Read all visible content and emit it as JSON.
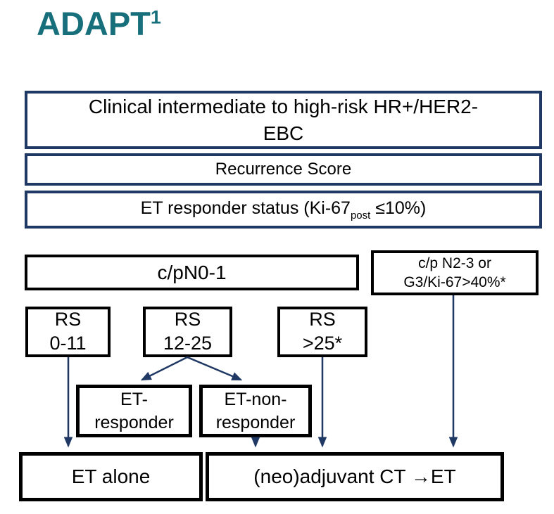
{
  "page": {
    "title": "ADAPT",
    "title_superscript": "1"
  },
  "colors": {
    "title_teal": "#166F7A",
    "upper_box_border_navy": "#1F3864",
    "lower_box_border_black": "#000000",
    "arrow_navy": "#1F3864",
    "background": "#FFFFFF",
    "text": "#000000"
  },
  "flowchart": {
    "clinical_box": {
      "line1": "Clinical intermediate to high-risk HR+/HER2-",
      "line2": "EBC"
    },
    "recurrence_box": {
      "label": "Recurrence Score"
    },
    "responder_status_box": {
      "text_prefix": "ET responder status (Ki-67",
      "subscript": "post",
      "text_suffix": " ≤10%)"
    },
    "node_cpn01": {
      "label": "c/pN0-1"
    },
    "node_cpn23": {
      "line1": "c/p N2-3 or",
      "line2": "G3/Ki-67>40%*"
    },
    "node_rs_0_11": {
      "line1": "RS",
      "line2": "0-11"
    },
    "node_rs_12_25": {
      "line1": "RS",
      "line2": "12-25"
    },
    "node_rs_gt25": {
      "line1": "RS",
      "line2": ">25*"
    },
    "node_et_responder": {
      "line1": "ET-",
      "line2": "responder"
    },
    "node_et_non_responder": {
      "line1": "ET-non-",
      "line2": "responder"
    },
    "outcome_et_alone": {
      "label": "ET alone"
    },
    "outcome_ct": {
      "label": "(neo)adjuvant CT →ET"
    }
  }
}
